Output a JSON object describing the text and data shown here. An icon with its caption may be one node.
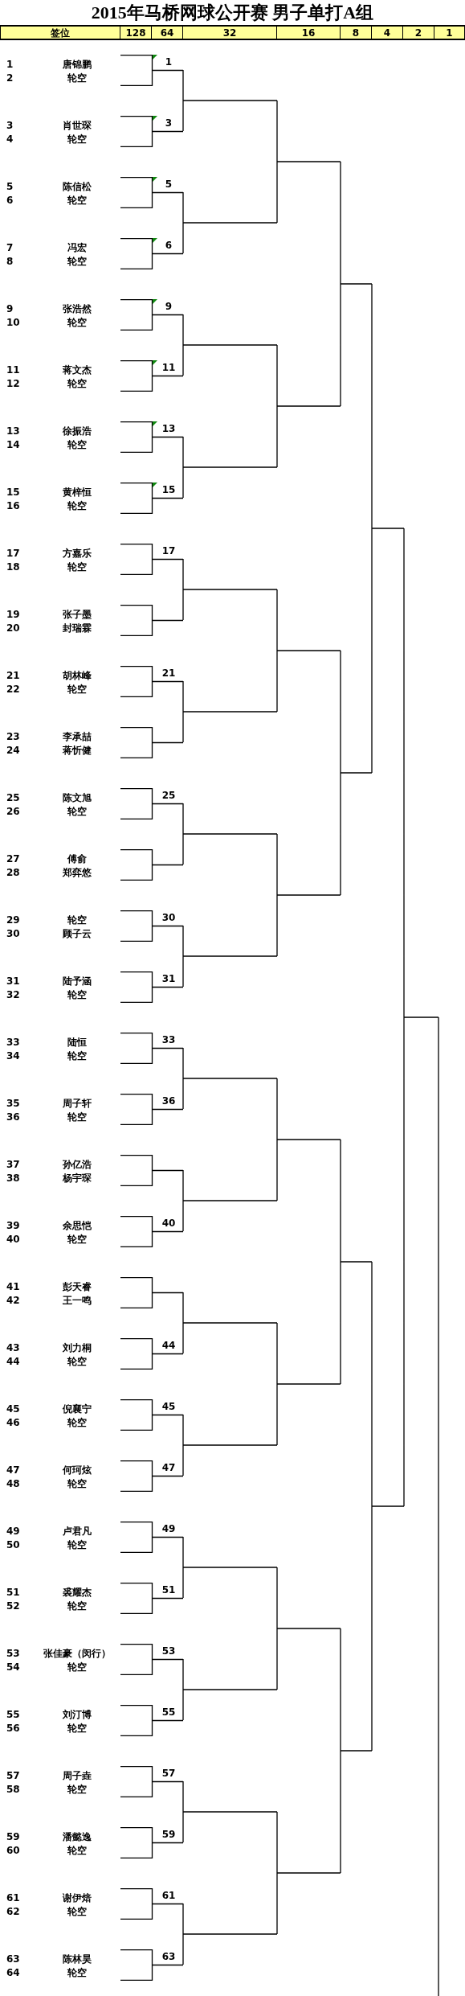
{
  "diagram": {
    "title": "2015年马桥网球公开赛 男子单打A组",
    "labels": [
      "签位",
      "128",
      "64",
      "32",
      "16",
      "8",
      "4",
      "2",
      "1"
    ],
    "nodes": [
      {
        "text": [
          "1",
          "唐锦鹏",
          "2",
          "轮空"
        ],
        "beside": [
          "1"
        ]
      },
      {
        "text": [
          "3",
          "肖世琛",
          "4",
          "轮空"
        ],
        "beside": [
          "3"
        ]
      },
      {
        "text": [
          "5",
          "陈信松",
          "6",
          "轮空"
        ],
        "beside": [
          "5"
        ]
      },
      {
        "text": [
          "7",
          "冯宏",
          "8",
          "轮空"
        ],
        "beside": [
          "6"
        ]
      },
      {
        "text": [
          "9",
          "张浩然",
          "10",
          "轮空"
        ],
        "beside": [
          "9"
        ]
      },
      {
        "text": [
          "11",
          "蒋文杰",
          "12",
          "轮空"
        ],
        "beside": [
          "11"
        ]
      },
      {
        "text": [
          "13",
          "徐振浩",
          "14",
          "轮空"
        ],
        "beside": [
          "13"
        ]
      },
      {
        "text": [
          "15",
          "黄梓恒",
          "16",
          "轮空"
        ],
        "beside": [
          "15"
        ]
      },
      {
        "text": [
          "17",
          "方嘉乐",
          "18",
          "轮空"
        ],
        "beside": [
          "17"
        ]
      },
      {
        "text": [
          "19",
          "张子墨",
          "20",
          "封瑞霖"
        ]
      },
      {
        "text": [
          "21",
          "胡林峰",
          "22",
          "轮空"
        ],
        "beside": [
          "21"
        ]
      },
      {
        "text": [
          "23",
          "李承喆",
          "24",
          "蒋忻健"
        ]
      },
      {
        "text": [
          "25",
          "陈文旭",
          "26",
          "轮空"
        ],
        "beside": [
          "25"
        ]
      },
      {
        "text": [
          "27",
          "傅俞",
          "28",
          "郑弈悠"
        ]
      },
      {
        "text": [
          "29",
          "轮空",
          "30",
          "顾子云"
        ],
        "beside": [
          "30"
        ]
      },
      {
        "text": [
          "31",
          "陆予涵",
          "32",
          "轮空"
        ],
        "beside": [
          "31"
        ]
      },
      {
        "text": [
          "33",
          "陆恒",
          "34",
          "轮空"
        ],
        "beside": [
          "33"
        ]
      },
      {
        "text": [
          "35",
          "周子轩",
          "36",
          "轮空"
        ],
        "beside": [
          "36"
        ]
      },
      {
        "text": [
          "37",
          "孙亿浩",
          "38",
          "杨宇琛"
        ]
      },
      {
        "text": [
          "39",
          "余思恺",
          "40",
          "轮空"
        ],
        "beside": [
          "40"
        ]
      },
      {
        "text": [
          "41",
          "彭天睿",
          "42",
          "王一鸣"
        ]
      },
      {
        "text": [
          "43",
          "刘力桐",
          "44",
          "轮空"
        ],
        "beside": [
          "44"
        ]
      },
      {
        "text": [
          "45",
          "倪襄宁",
          "46",
          "轮空"
        ],
        "beside": [
          "45"
        ]
      },
      {
        "text": [
          "47",
          "何珂炫",
          "48",
          "轮空"
        ],
        "beside": [
          "47"
        ]
      },
      {
        "text": [
          "49",
          "卢君凡",
          "50",
          "轮空"
        ],
        "beside": [
          "49"
        ]
      },
      {
        "text": [
          "51",
          "裘耀杰",
          "52",
          "轮空"
        ],
        "beside": [
          "51"
        ]
      },
      {
        "text": [
          "53",
          "张佳豪（闵行）",
          "54",
          "轮空"
        ],
        "beside": [
          "53"
        ]
      },
      {
        "text": [
          "55",
          "刘汀博",
          "56",
          "轮空"
        ],
        "beside": [
          "55"
        ]
      },
      {
        "text": [
          "57",
          "周子垚",
          "58",
          "轮空"
        ],
        "beside": [
          "57"
        ]
      },
      {
        "text": [
          "59",
          "潘懿逸",
          "60",
          "轮空"
        ],
        "beside": [
          "59"
        ]
      },
      {
        "text": [
          "61",
          "谢伊焙",
          "62",
          "轮空"
        ],
        "beside": [
          "61"
        ]
      },
      {
        "text": [
          "63",
          "陈林昊",
          "64",
          "轮空"
        ],
        "beside": [
          "63"
        ]
      }
    ]
  }
}
